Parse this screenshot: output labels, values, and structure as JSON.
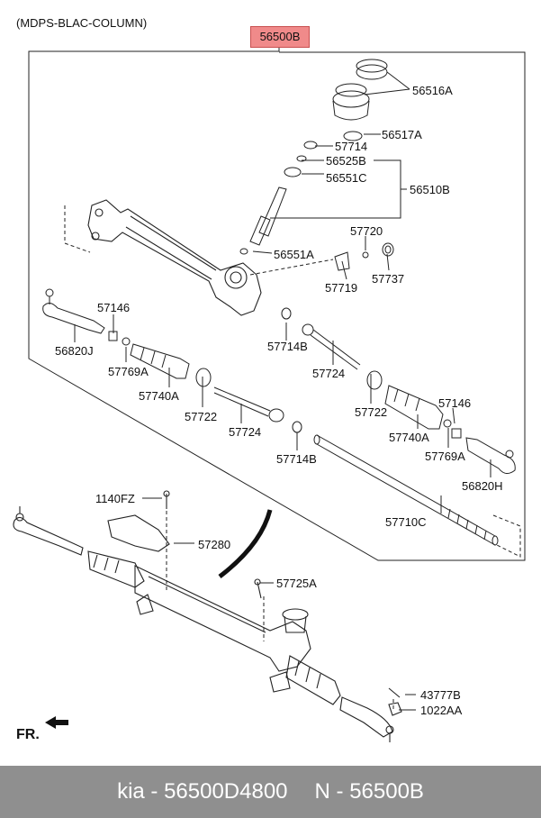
{
  "header": {
    "title": "(MDPS-BLAC-COLUMN)",
    "assembly_no": "56500B"
  },
  "fr_label": "FR.",
  "labels": {
    "p56516A": "56516A",
    "p56517A": "56517A",
    "p57714": "57714",
    "p56525B": "56525B",
    "p56551C": "56551C",
    "p56510B": "56510B",
    "p57720": "57720",
    "p56551A": "56551A",
    "p57719": "57719",
    "p57737": "57737",
    "p57146a": "57146",
    "p56820J": "56820J",
    "p57769Aa": "57769A",
    "p57740Aa": "57740A",
    "p57714Ba": "57714B",
    "p57724a": "57724",
    "p57722a": "57722",
    "p57724b": "57724",
    "p57722b": "57722",
    "p57146b": "57146",
    "p57740Ab": "57740A",
    "p57769Ab": "57769A",
    "p56820H": "56820H",
    "p57714Bb": "57714B",
    "p57710C": "57710C",
    "p1140FZ": "1140FZ",
    "p57280": "57280",
    "p57725A": "57725A",
    "p43777B": "43777B",
    "p1022AA": "1022AA"
  },
  "footer": {
    "left": "kia - 56500D4800",
    "right": "N - 56500B"
  },
  "colors": {
    "badge": "#f08a8a",
    "footer_bg": "#8f8f8f",
    "line": "#222222",
    "footer_text": "#ffffff"
  }
}
